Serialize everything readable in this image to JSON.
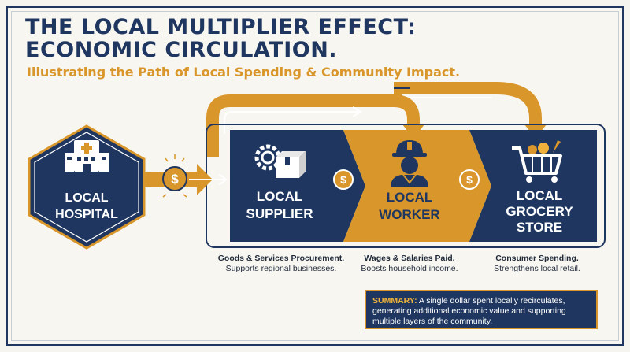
{
  "header": {
    "title_line1": "THE LOCAL MULTIPLIER EFFECT:",
    "title_line2": "ECONOMIC CIRCULATION.",
    "subtitle": "Illustrating the Path of Local Spending & Community Impact."
  },
  "nodes": {
    "hospital": {
      "line1": "LOCAL",
      "line2": "HOSPITAL"
    },
    "supplier": {
      "line1": "LOCAL",
      "line2": "SUPPLIER"
    },
    "worker": {
      "line1": "LOCAL",
      "line2": "WORKER"
    },
    "grocery": {
      "line1": "LOCAL",
      "line2": "GROCERY",
      "line3": "STORE"
    }
  },
  "currency_symbol": "$",
  "captions": {
    "supplier": {
      "bold": "Goods & Services Procurement.",
      "text": "Supports regional businesses."
    },
    "worker": {
      "bold": "Wages & Salaries Paid.",
      "text": "Boosts household income."
    },
    "grocery": {
      "bold": "Consumer Spending.",
      "text": "Strengthens local retail."
    }
  },
  "summary": {
    "label": "SUMMARY:",
    "text": "A single dollar spent locally recirculates, generating additional economic value and supporting multiple layers of the community."
  },
  "colors": {
    "navy": "#1f3760",
    "gold": "#d9962a",
    "light_gold": "#f0b13a",
    "background": "#f6f4ef"
  },
  "icons": [
    "hospital-icon",
    "gear-box-icon",
    "worker-icon",
    "shopping-cart-icon",
    "dollar-coin-icon",
    "arrow-icon"
  ]
}
